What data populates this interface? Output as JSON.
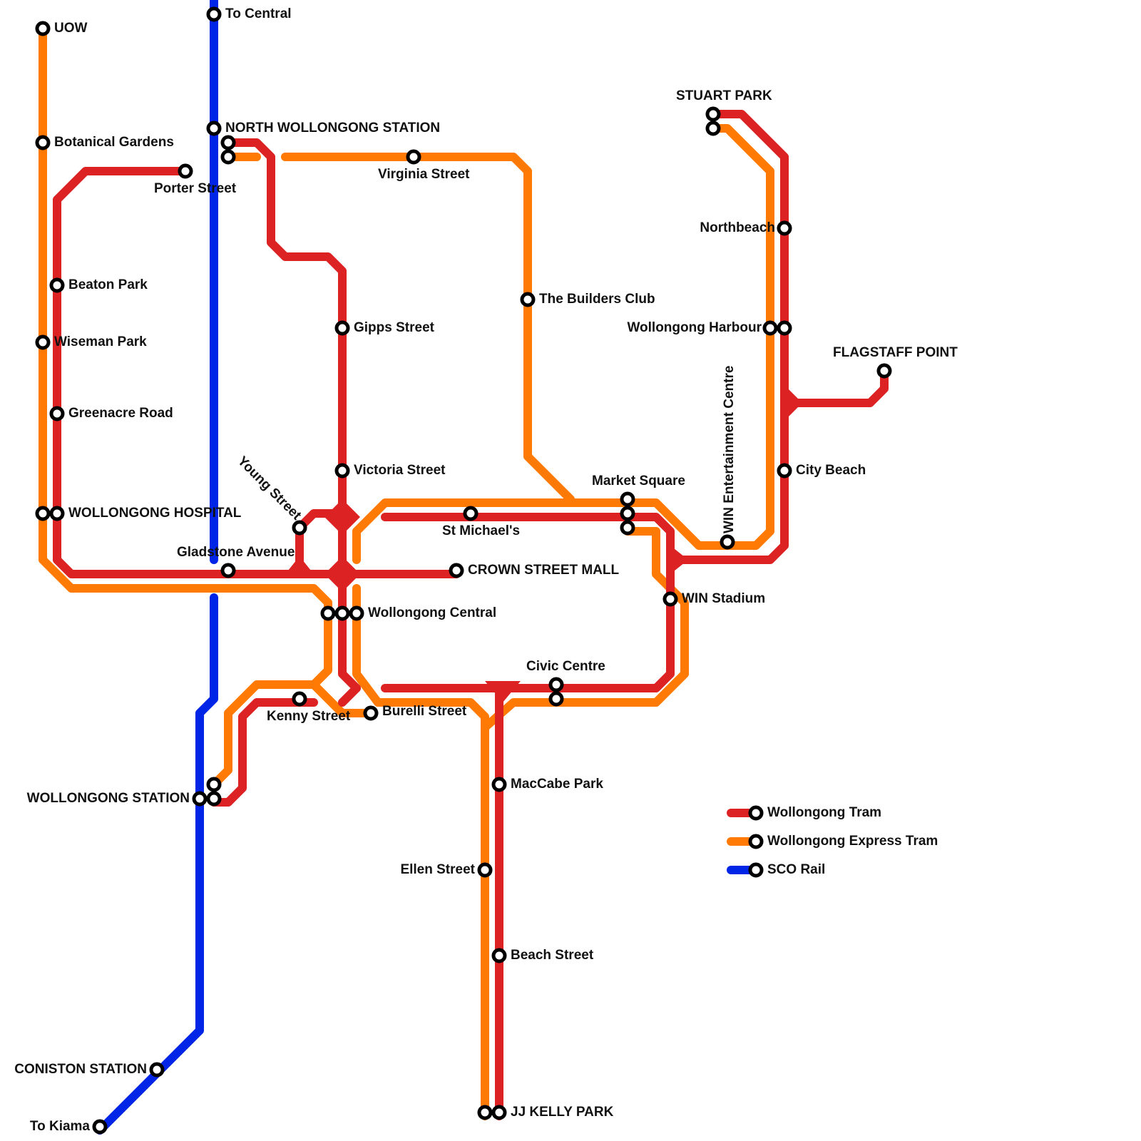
{
  "colors": {
    "wollongong_tram": "#dc2223",
    "wollongong_express_tram": "#ff7a04",
    "sco_rail": "#0025e6"
  },
  "stations": {
    "to_central": "To Central",
    "uow": "UOW",
    "botanical_gardens": "Botanical Gardens",
    "north_wollongong_station": "NORTH WOLLONGONG STATION",
    "porter_street": "Porter Street",
    "virginia_street": "Virginia Street",
    "stuart_park": "STUART PARK",
    "northbeach": "Northbeach",
    "the_builders_club": "The Builders Club",
    "beaton_park": "Beaton Park",
    "wiseman_park": "Wiseman Park",
    "gipps_street": "Gipps Street",
    "wollongong_harbour": "Wollongong Harbour",
    "flagstaff_point": "FLAGSTAFF POINT",
    "greenacre_road": "Greenacre Road",
    "win_entertainment_centre": "WIN Entertainment Centre",
    "victoria_street": "Victoria Street",
    "city_beach": "City Beach",
    "young_street": "Young Street",
    "market_square": "Market Square",
    "wollongong_hospital": "WOLLONGONG HOSPITAL",
    "st_michaels": "St Michael's",
    "gladstone_avenue": "Gladstone Avenue",
    "crown_street_mall": "CROWN STREET MALL",
    "win_stadium": "WIN Stadium",
    "wollongong_central": "Wollongong Central",
    "civic_centre": "Civic Centre",
    "kenny_street": "Kenny Street",
    "burelli_street": "Burelli Street",
    "maccabe_park": "MacCabe Park",
    "wollongong_station": "WOLLONGONG STATION",
    "ellen_street": "Ellen Street",
    "beach_street": "Beach Street",
    "coniston_station": "CONISTON STATION",
    "jj_kelly_park": "JJ KELLY PARK",
    "to_kiama": "To Kiama"
  },
  "legend": {
    "wollongong_tram": "Wollongong Tram",
    "wollongong_express_tram": "Wollongong Express Tram",
    "sco_rail": "SCO Rail"
  }
}
